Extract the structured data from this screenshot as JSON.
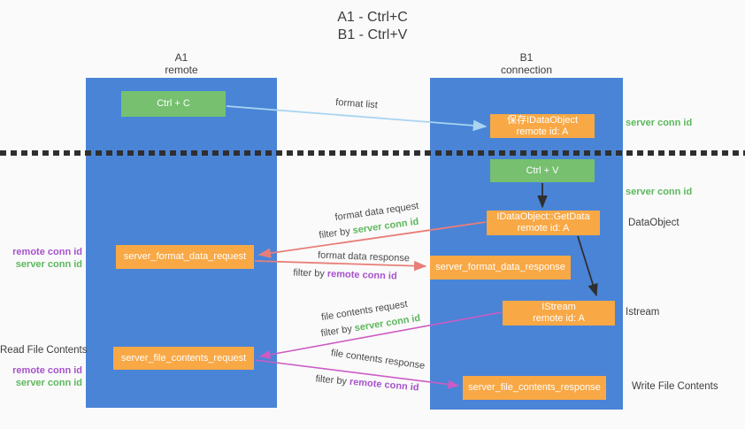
{
  "title": {
    "line1": "A1 - Ctrl+C",
    "line2": "B1 - Ctrl+V"
  },
  "lanes": {
    "a1_name": "A1",
    "a1_role": "remote",
    "b1_name": "B1",
    "b1_role": "connection"
  },
  "nodes": {
    "ctrl_c": "Ctrl + C",
    "ctrl_v": "Ctrl + V",
    "save_dataobject_l1": "保存IDataObject",
    "save_dataobject_l2": "remote id: A",
    "getdata_l1": "IDataObject::GetData",
    "getdata_l2": "remote id: A",
    "istream_l1": "IStream",
    "istream_l2": "remote id: A",
    "server_format_data_request": "server_format_data_request",
    "server_format_data_response": "server_format_data_response",
    "server_file_contents_request": "server_file_contents_request",
    "server_file_contents_response": "server_file_contents_response"
  },
  "side_labels": {
    "right": {
      "server_conn_top": "server conn id",
      "server_conn_mid": "server conn id",
      "dataobject": "DataObject",
      "istream": "Istream",
      "write_file": "Write File Contents"
    },
    "left": {
      "remote_conn_format": "remote conn id",
      "server_conn_format": "server conn id",
      "read_file": "Read File Contents",
      "remote_conn_file": "remote conn id",
      "server_conn_file": "server conn id"
    }
  },
  "arrow_labels": {
    "format_list": "format list",
    "format_data_request": "format data request",
    "format_data_response": "format data response",
    "file_contents_request": "file contents request",
    "file_contents_response": "file contents response",
    "filter_by": "filter by ",
    "server_conn_id": "server conn id",
    "remote_conn_id": "remote conn id"
  },
  "colors": {
    "bg": "#fafafa",
    "lane": "#4a84d6",
    "green": "#76c06f",
    "orange": "#f8a845",
    "dark": "#3d3d3d",
    "green_label": "#5db75d",
    "purple_label": "#a653cb",
    "red": "#e87e78",
    "magenta": "#cc5cc4",
    "black_arrow": "#2f2f2f",
    "lightblue": "#a9d4f2",
    "white": "#ffffff"
  }
}
